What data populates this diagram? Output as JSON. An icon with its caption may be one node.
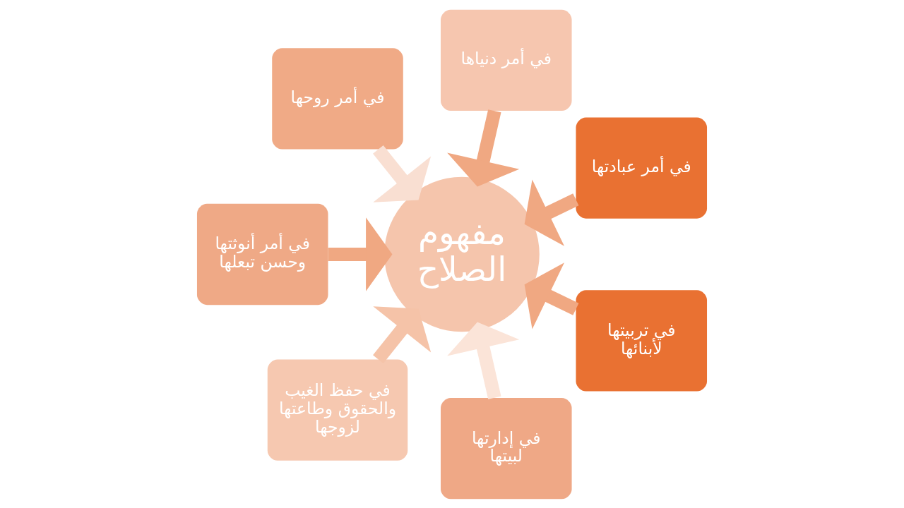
{
  "diagram": {
    "nodes": [
      {
        "text": [
          "في أمر أنوثتها وحسن تبعلها"
        ]
      },
      {
        "text": [
          "في أمر روحها"
        ]
      },
      {
        "text": [
          "في حفظ الغيب والحقوق وطاعتها لزوجها"
        ]
      },
      {
        "text": [
          "في أمر دنياها"
        ]
      },
      {
        "text": [
          "في إدارتها لبيتها"
        ]
      },
      {
        "text": [
          "في أمر عبادتها"
        ]
      },
      {
        "text": [
          "مفهوم الصلاح"
        ]
      },
      {
        "text": [
          "في تربيتها لأبنائها"
        ]
      }
    ],
    "edges": [
      {
        "from": 0,
        "to": 6,
        "arrow": "to"
      },
      {
        "from": 1,
        "to": 6,
        "arrow": "to",
        "color": "#f9dfd2"
      },
      {
        "from": 2,
        "to": 6,
        "arrow": "to",
        "color": "#f5c3a8"
      },
      {
        "from": 3,
        "to": 6,
        "arrow": "to"
      },
      {
        "from": 4,
        "to": 6,
        "arrow": "to",
        "color": "#fbe4d8"
      },
      {
        "from": 5,
        "to": 6,
        "arrow": "to"
      },
      {
        "from": 7,
        "to": 6,
        "arrow": "to"
      }
    ]
  }
}
